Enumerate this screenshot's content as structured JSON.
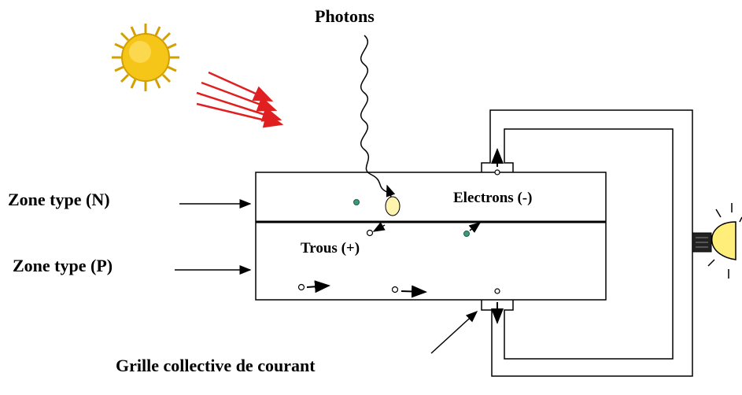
{
  "labels": {
    "photons": "Photons",
    "zone_n": "Zone type (N)",
    "zone_p": "Zone type (P)",
    "electrons": "Electrons (-)",
    "holes": "Trous (+)",
    "collector_grid": "Grille collective de courant"
  },
  "colors": {
    "sun_fill": "#f5c518",
    "sun_outline": "#d4a000",
    "light_rays": "#e02020",
    "bulb_fill": "#ffef7a",
    "bulb_base": "#222222",
    "particle": "#3a9a7a",
    "line": "#000000"
  },
  "icons": {
    "sun": "sun-icon",
    "bulb": "light-bulb-icon"
  }
}
